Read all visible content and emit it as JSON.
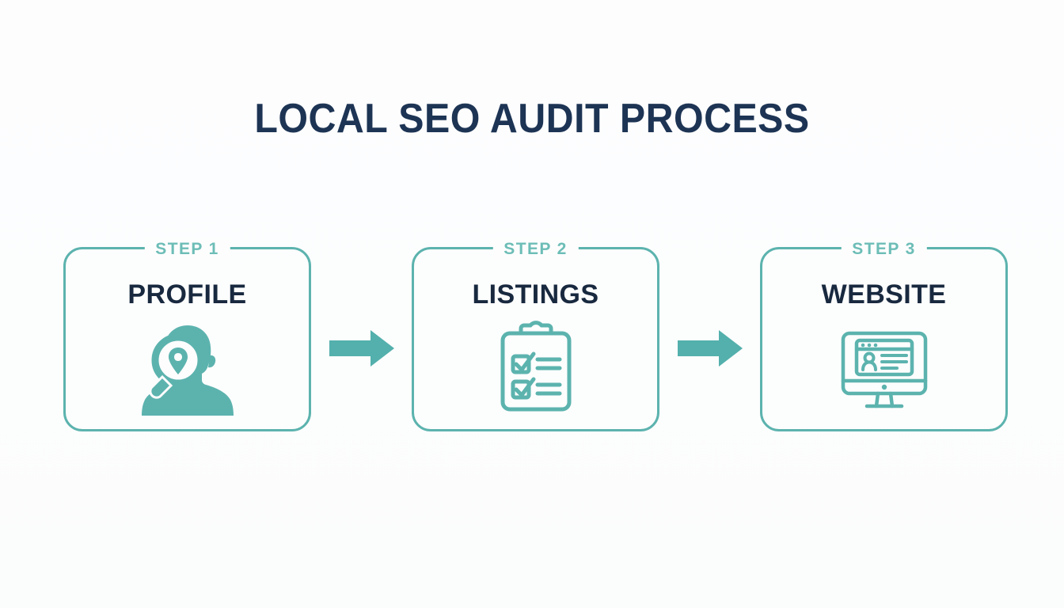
{
  "page": {
    "title": "LOCAL SEO AUDIT PROCESS",
    "background_color": "#fdfdfd",
    "accent_teal": "#5cb3ae",
    "accent_teal_light": "#6dbdb7",
    "heading_navy": "#1d3454",
    "card_heading_navy": "#18293f"
  },
  "steps": [
    {
      "step_label": "STEP 1",
      "heading": "PROFILE",
      "icon": "person-search-icon"
    },
    {
      "step_label": "STEP 2",
      "heading": "LISTINGS",
      "icon": "clipboard-checklist-icon"
    },
    {
      "step_label": "STEP 3",
      "heading": "WEBSITE",
      "icon": "desktop-browser-icon"
    }
  ],
  "connectors": [
    {
      "icon": "arrow-right-icon",
      "from": "STEP 1",
      "to": "STEP 2"
    },
    {
      "icon": "arrow-right-icon",
      "from": "STEP 2",
      "to": "STEP 3"
    }
  ]
}
